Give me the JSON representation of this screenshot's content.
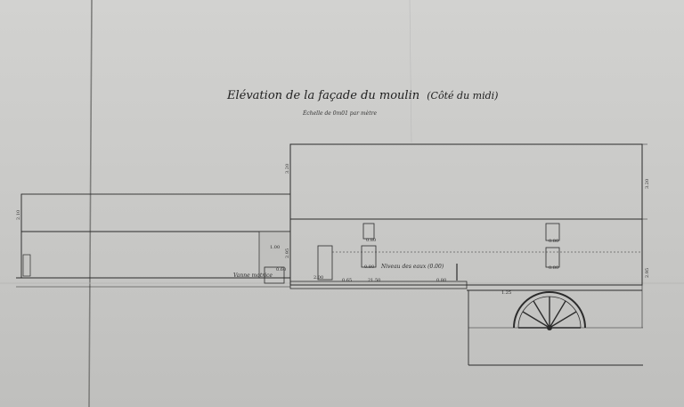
{
  "drawing": {
    "title": "Elévation de la façade du moulin",
    "title_side": "(Côté du midi)",
    "scale_note": "Échelle de 0m01 par mètre",
    "labels": {
      "tail_water": "Vanne motrice",
      "level_note": "Niveau des eaux (0.00)"
    },
    "dimensions": {
      "mill_upper_height": "3.20",
      "mill_lower_height": "2.95",
      "mill_right_upper": "3.20",
      "mill_right_lower": "2.95",
      "low_wing_height": "2.10",
      "door_width": "1.00",
      "door_height": "2.00",
      "window_1": "0.80",
      "window_2": "0.80",
      "window_3": "0.80",
      "window_4": "0.80",
      "base_length": "21.50",
      "sill_level": "0.65",
      "channel_depth": "1.25",
      "small_gap": "0.80",
      "step": "0.60"
    },
    "colors": {
      "paper": "#cbcbc9",
      "ink": "#2b2b2b",
      "fold": "#9e9e9c"
    }
  }
}
